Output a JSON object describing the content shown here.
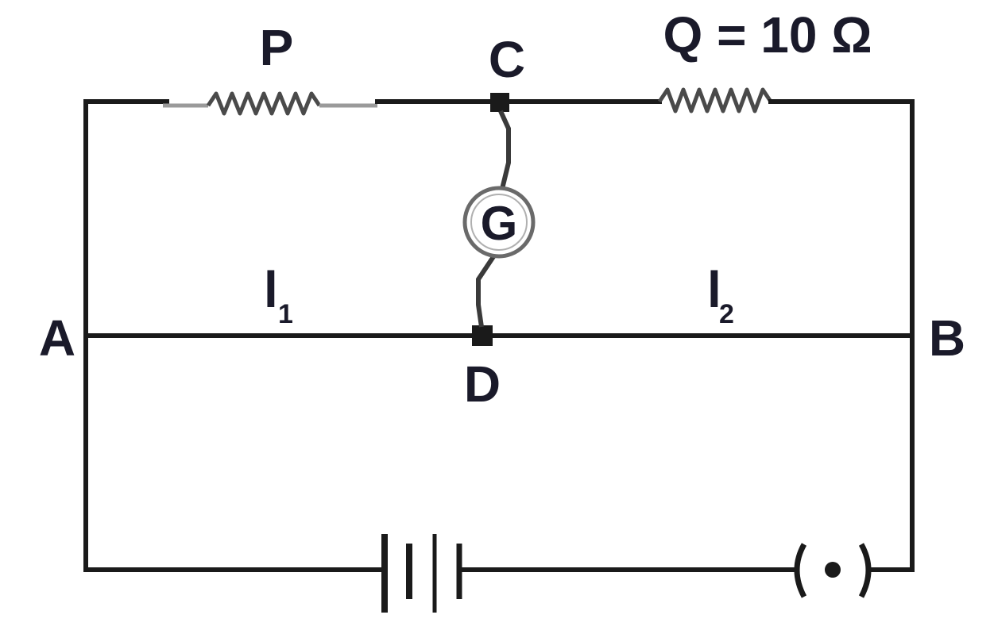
{
  "labels": {
    "P": "P",
    "C": "C",
    "Q_value": "Q = 10 Ω",
    "G": "G",
    "A": "A",
    "B": "B",
    "D": "D",
    "l1_letter": "l",
    "l1_sub": "1",
    "l2_letter": "l",
    "l2_sub": "2"
  },
  "icons": {
    "galvanometer": "galvanometer-icon",
    "battery": "battery-icon",
    "key": "plug-key-icon",
    "resistor": "resistor-icon"
  },
  "colors": {
    "wire": "#1a1a1a",
    "label": "#1a1a2a"
  }
}
